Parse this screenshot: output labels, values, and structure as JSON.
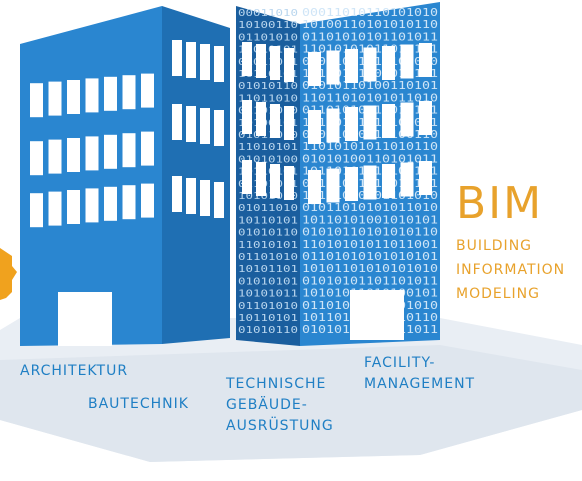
{
  "bim": {
    "title": "BIM",
    "line1": "BUILDING",
    "line2": "INFORMATION",
    "line3": "MODELING"
  },
  "labels": {
    "architektur": "ARCHITEKTUR",
    "bautechnik": "BAUTECHNIK",
    "tga1": "TECHNISCHE",
    "tga2": "GEBÄUDE-",
    "tga3": "AUSRÜSTUNG",
    "fm1": "FACILITY-",
    "fm2": "MANAGEMENT"
  },
  "binary_rows": [
    "00011010110101010",
    "10100110101010110",
    "01101010101101011",
    "11010101011010101",
    "01011011010101010",
    "10110101101011101",
    "01010110100110101",
    "11011010101011010",
    "01101010011010101",
    "10100101010101011",
    "01011010110100110",
    "11010101011010110",
    "01010100110101011",
    "10110101010101101",
    "01101011010010101",
    "10101010101101010",
    "01011010101011010",
    "10110101001010101",
    "01010110101010110",
    "11010101011011001",
    "01101010101010101",
    "10101101010101010",
    "01010101101101011",
    "10101011010100101",
    "01101010101101010",
    "10110101010010110",
    "01010110101011011"
  ],
  "colors": {
    "building_front": "#2a86d0",
    "building_side": "#1a5e9e",
    "ground": "#e9eef4",
    "accent": "#e8a22c",
    "label_blue": "#1f7fc4"
  }
}
